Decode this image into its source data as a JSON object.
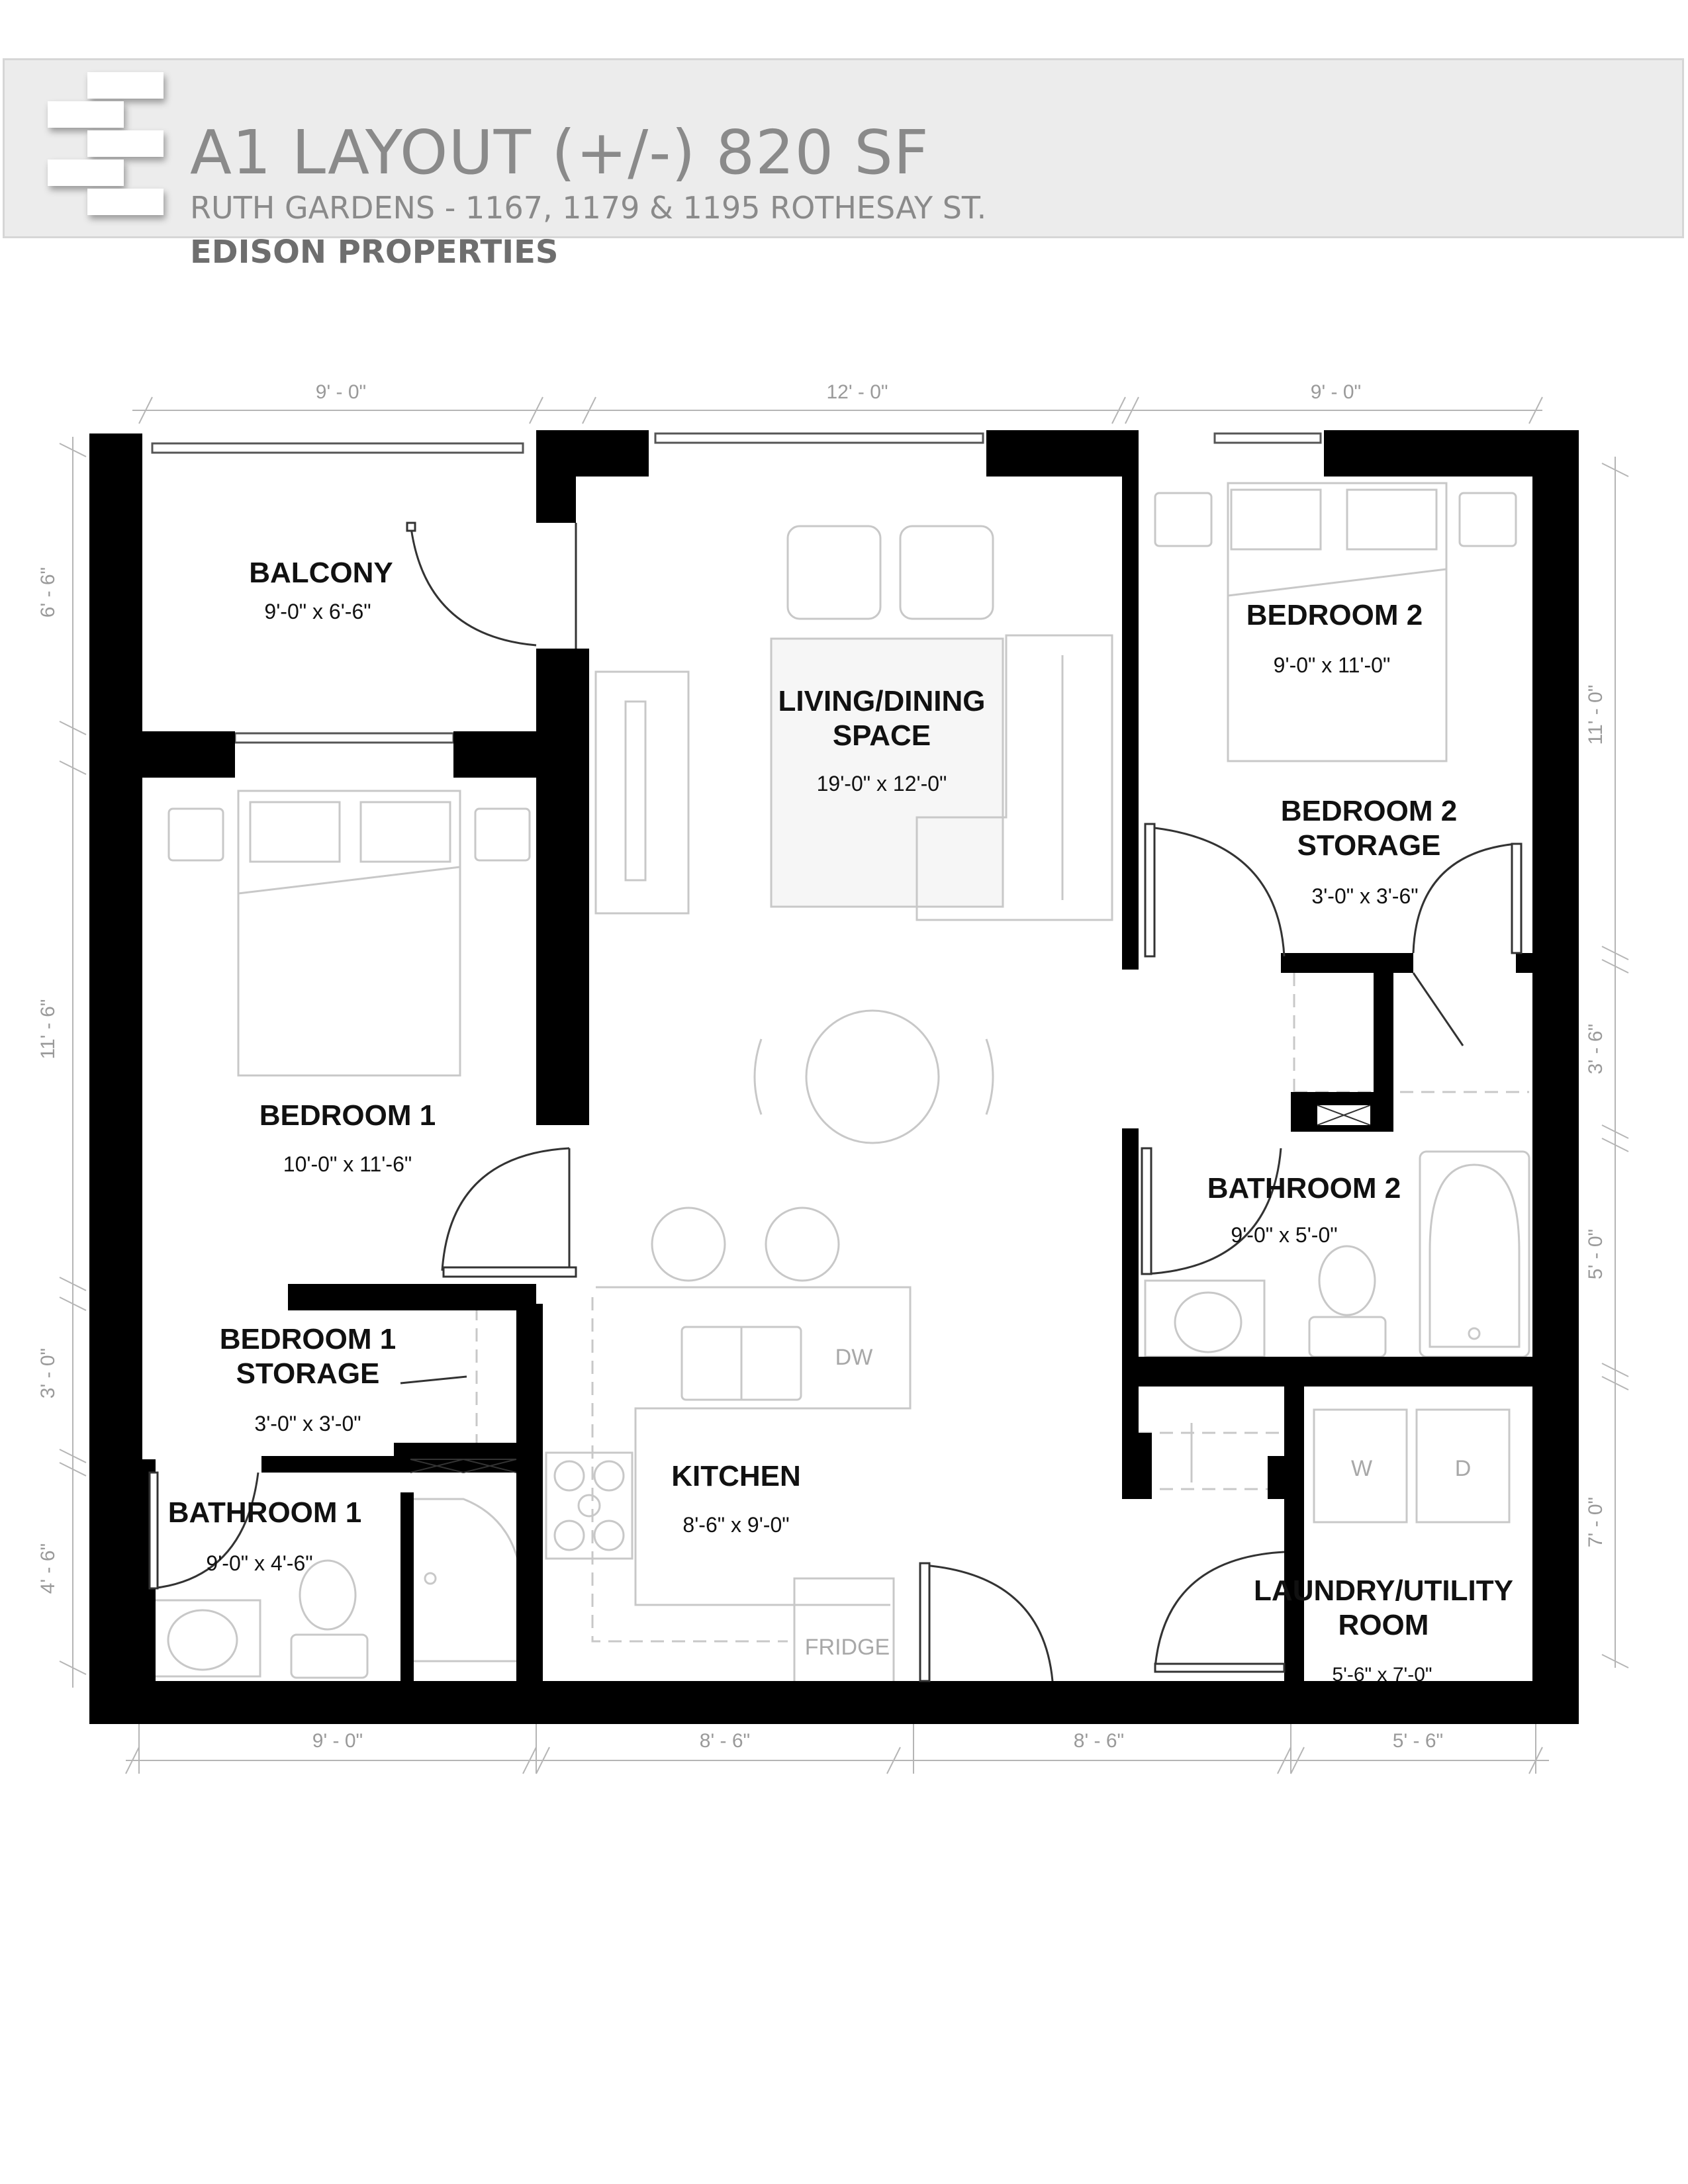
{
  "header": {
    "title": "A1 LAYOUT (+/-) 820 SF",
    "subtitle": "RUTH GARDENS - 1167, 1179 & 1195 ROTHESAY ST.",
    "company": "EDISON PROPERTIES"
  },
  "rooms": {
    "balcony": {
      "name": "BALCONY",
      "dims": "9'-0\" x 6'-6\""
    },
    "living": {
      "name_line1": "LIVING/DINING",
      "name_line2": "SPACE",
      "dims": "19'-0\" x 12'-0\""
    },
    "bedroom2": {
      "name": "BEDROOM 2",
      "dims": "9'-0\" x 11'-0\""
    },
    "bedroom2_storage": {
      "name_line1": "BEDROOM 2",
      "name_line2": "STORAGE",
      "dims": "3'-0\" x 3'-6\""
    },
    "bedroom1": {
      "name": "BEDROOM 1",
      "dims": "10'-0\" x 11'-6\""
    },
    "bathroom2": {
      "name": "BATHROOM 2",
      "dims": "9'-0\" x 5'-0\""
    },
    "bedroom1_storage": {
      "name_line1": "BEDROOM 1",
      "name_line2": "STORAGE",
      "dims": "3'-0\" x 3'-0\""
    },
    "kitchen": {
      "name": "KITCHEN",
      "dims": "8'-6\" x 9'-0\""
    },
    "bathroom1": {
      "name": "BATHROOM 1",
      "dims": "9'-0\" x 4'-6\""
    },
    "laundry": {
      "name_line1": "LAUNDRY/UTILITY",
      "name_line2": "ROOM",
      "dims": "5'-6\" x 7'-0\""
    }
  },
  "appliances": {
    "dishwasher": "DW",
    "fridge": "FRIDGE",
    "washer": "W",
    "dryer": "D"
  },
  "dimensions": {
    "top": [
      "9' - 0\"",
      "12' - 0\"",
      "9' - 0\""
    ],
    "bottom": [
      "9' - 0\"",
      "8' - 6\"",
      "8' - 6\"",
      "5' - 6\""
    ],
    "left": [
      "6' - 6\"",
      "11' - 6\"",
      "3' - 0\"",
      "4' - 6\""
    ],
    "right": [
      "11' - 0\"",
      "3' - 6\"",
      "5' - 0\"",
      "7' - 0\""
    ]
  }
}
